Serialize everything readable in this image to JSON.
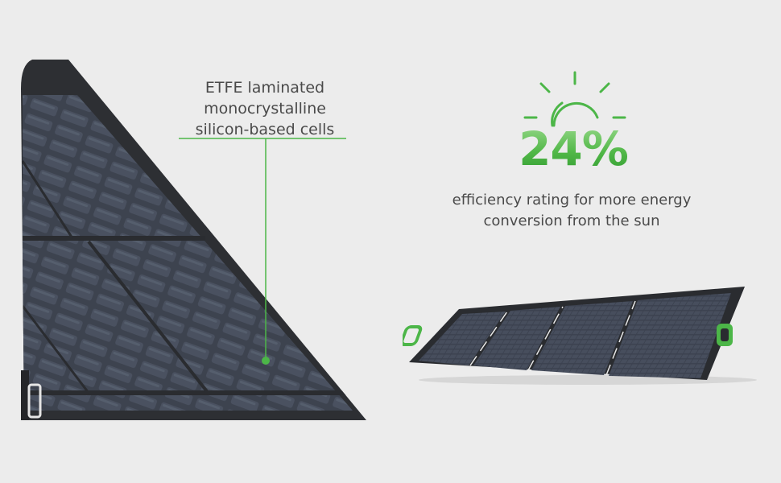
{
  "callout": {
    "lines": [
      "ETFE laminated",
      "monocrystalline",
      "silicon-based cells"
    ]
  },
  "efficiency": {
    "value": "24%",
    "caption_lines": [
      "efficiency rating for more energy",
      "conversion from the sun"
    ]
  },
  "icons": {
    "sun": "sun-icon"
  },
  "colors": {
    "background": "#ececec",
    "accent_green": "#4cb648",
    "panel_frame": "#2d2f33",
    "cell": "#3f4552",
    "text": "#4a4a4a"
  }
}
